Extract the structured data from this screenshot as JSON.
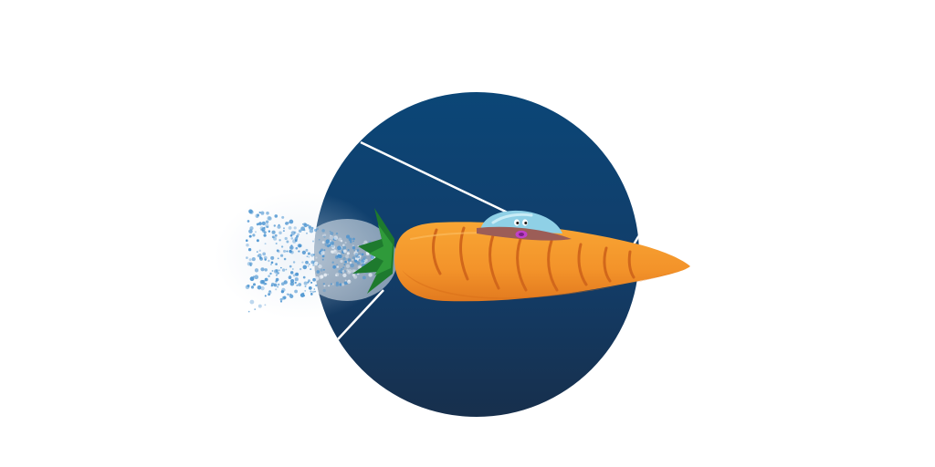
{
  "scene": {
    "background_color": "#ffffff",
    "circle_color_top": "#0b4677",
    "circle_color_bottom": "#15304f",
    "ray_color": "#ffffff",
    "carrot_color": "#f59a2a",
    "carrot_shadow_color": "#d8701a",
    "carrot_stripe_color": "#d1671b",
    "leaf_color": "#1e7a2e",
    "dome_color": "#8fd0e6",
    "ring_color": "#9c5d57",
    "mouth_color": "#c040c8",
    "exhaust_color": "#4a93d0",
    "icons": [
      "space-circle",
      "light-rays",
      "carrot-rocket",
      "cockpit-dome",
      "alien-face",
      "leaf-flame",
      "exhaust-particles"
    ]
  }
}
